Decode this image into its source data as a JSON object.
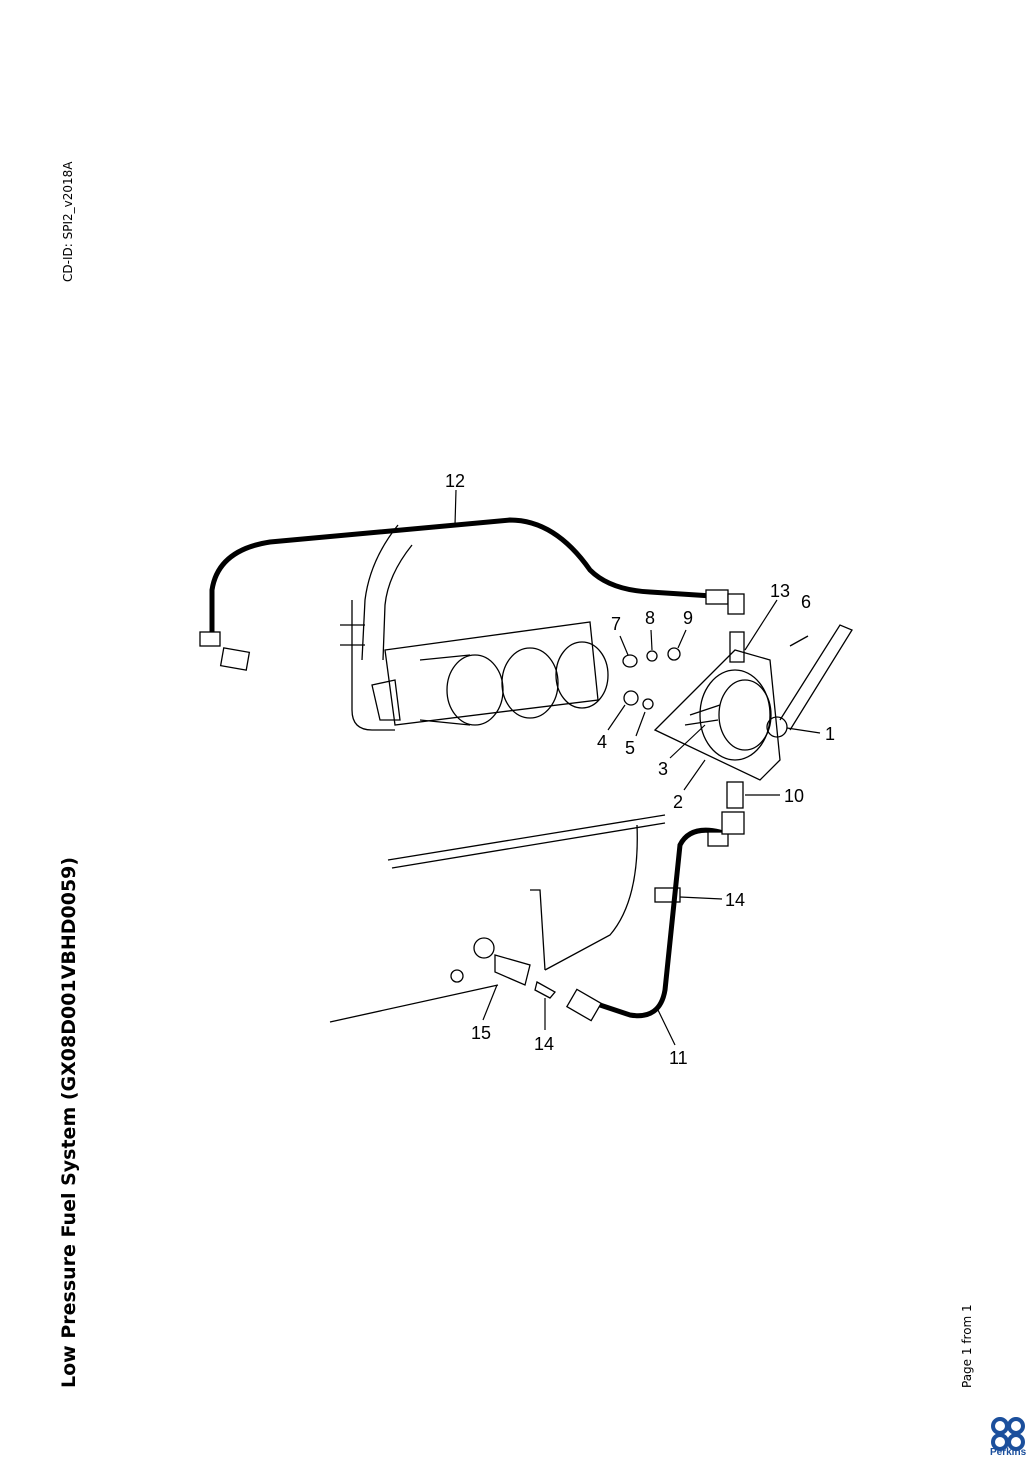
{
  "document": {
    "title": "Low Pressure Fuel System (GX08D001VBHD0059)",
    "cd_id": "CD-ID: SPI2_v2018A",
    "page_info": "Page 1 from 1",
    "brand": "Perkins",
    "brand_color": "#1b4f9c"
  },
  "diagram": {
    "callouts": [
      "12",
      "13",
      "6",
      "7",
      "8",
      "9",
      "1",
      "4",
      "5",
      "3",
      "2",
      "10",
      "14",
      "15",
      "14",
      "11"
    ]
  }
}
